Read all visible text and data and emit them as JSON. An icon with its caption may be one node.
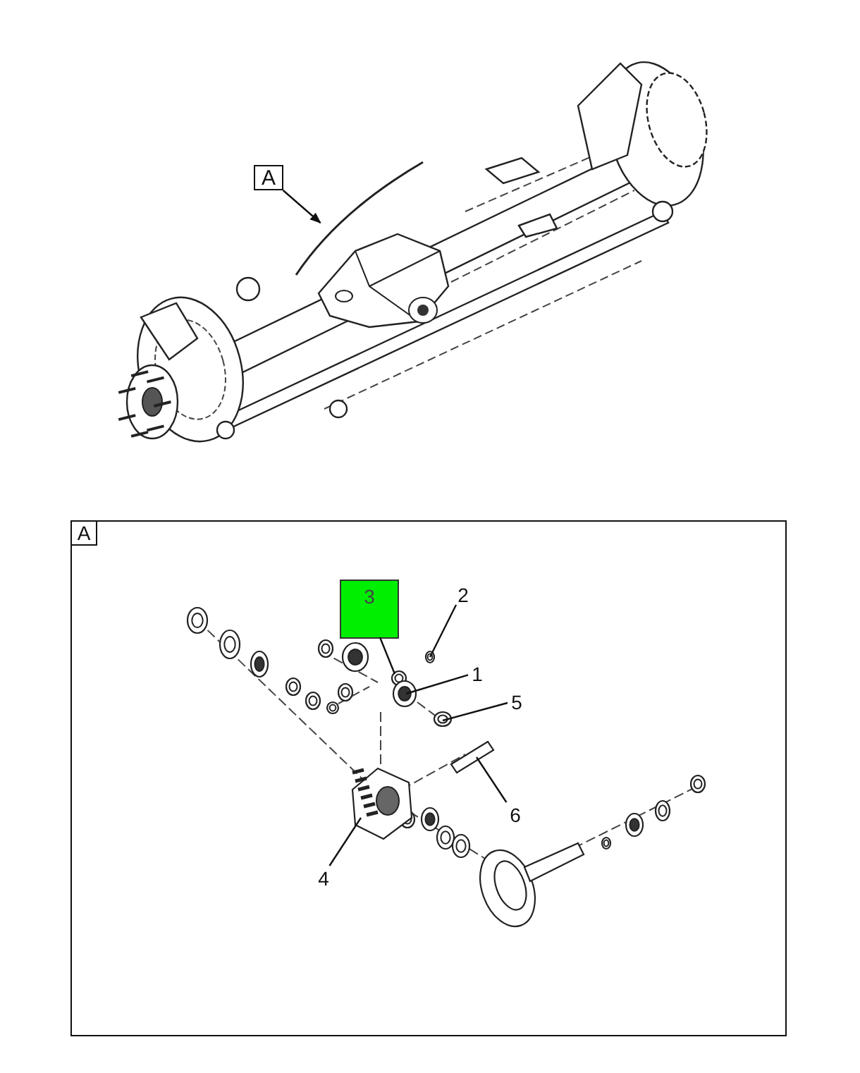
{
  "diagram": {
    "nodes": [
      {
        "text": [
          "A"
        ]
      },
      {
        "text": [],
        "shape": "picture"
      },
      {
        "text": [
          "A"
        ]
      },
      {
        "text": [
          "3"
        ],
        "in": 2
      },
      {
        "text": [
          "2"
        ],
        "in": 2
      },
      {
        "text": [
          "1"
        ],
        "in": 2
      },
      {
        "text": [
          "5"
        ],
        "in": 2
      },
      {
        "text": [
          "6"
        ],
        "in": 2
      },
      {
        "text": [
          "4"
        ],
        "in": 2
      }
    ],
    "edges": [
      {
        "from": 0,
        "to": 1,
        "arrow": "to"
      },
      {
        "from": 3,
        "to": null,
        "arrow": "none"
      },
      {
        "from": 4,
        "to": null,
        "arrow": "none"
      },
      {
        "from": 5,
        "to": null,
        "arrow": "none"
      },
      {
        "from": 6,
        "to": null,
        "arrow": "none"
      },
      {
        "from": 7,
        "to": null,
        "arrow": "none"
      },
      {
        "from": 8,
        "to": null,
        "arrow": "none"
      }
    ]
  }
}
